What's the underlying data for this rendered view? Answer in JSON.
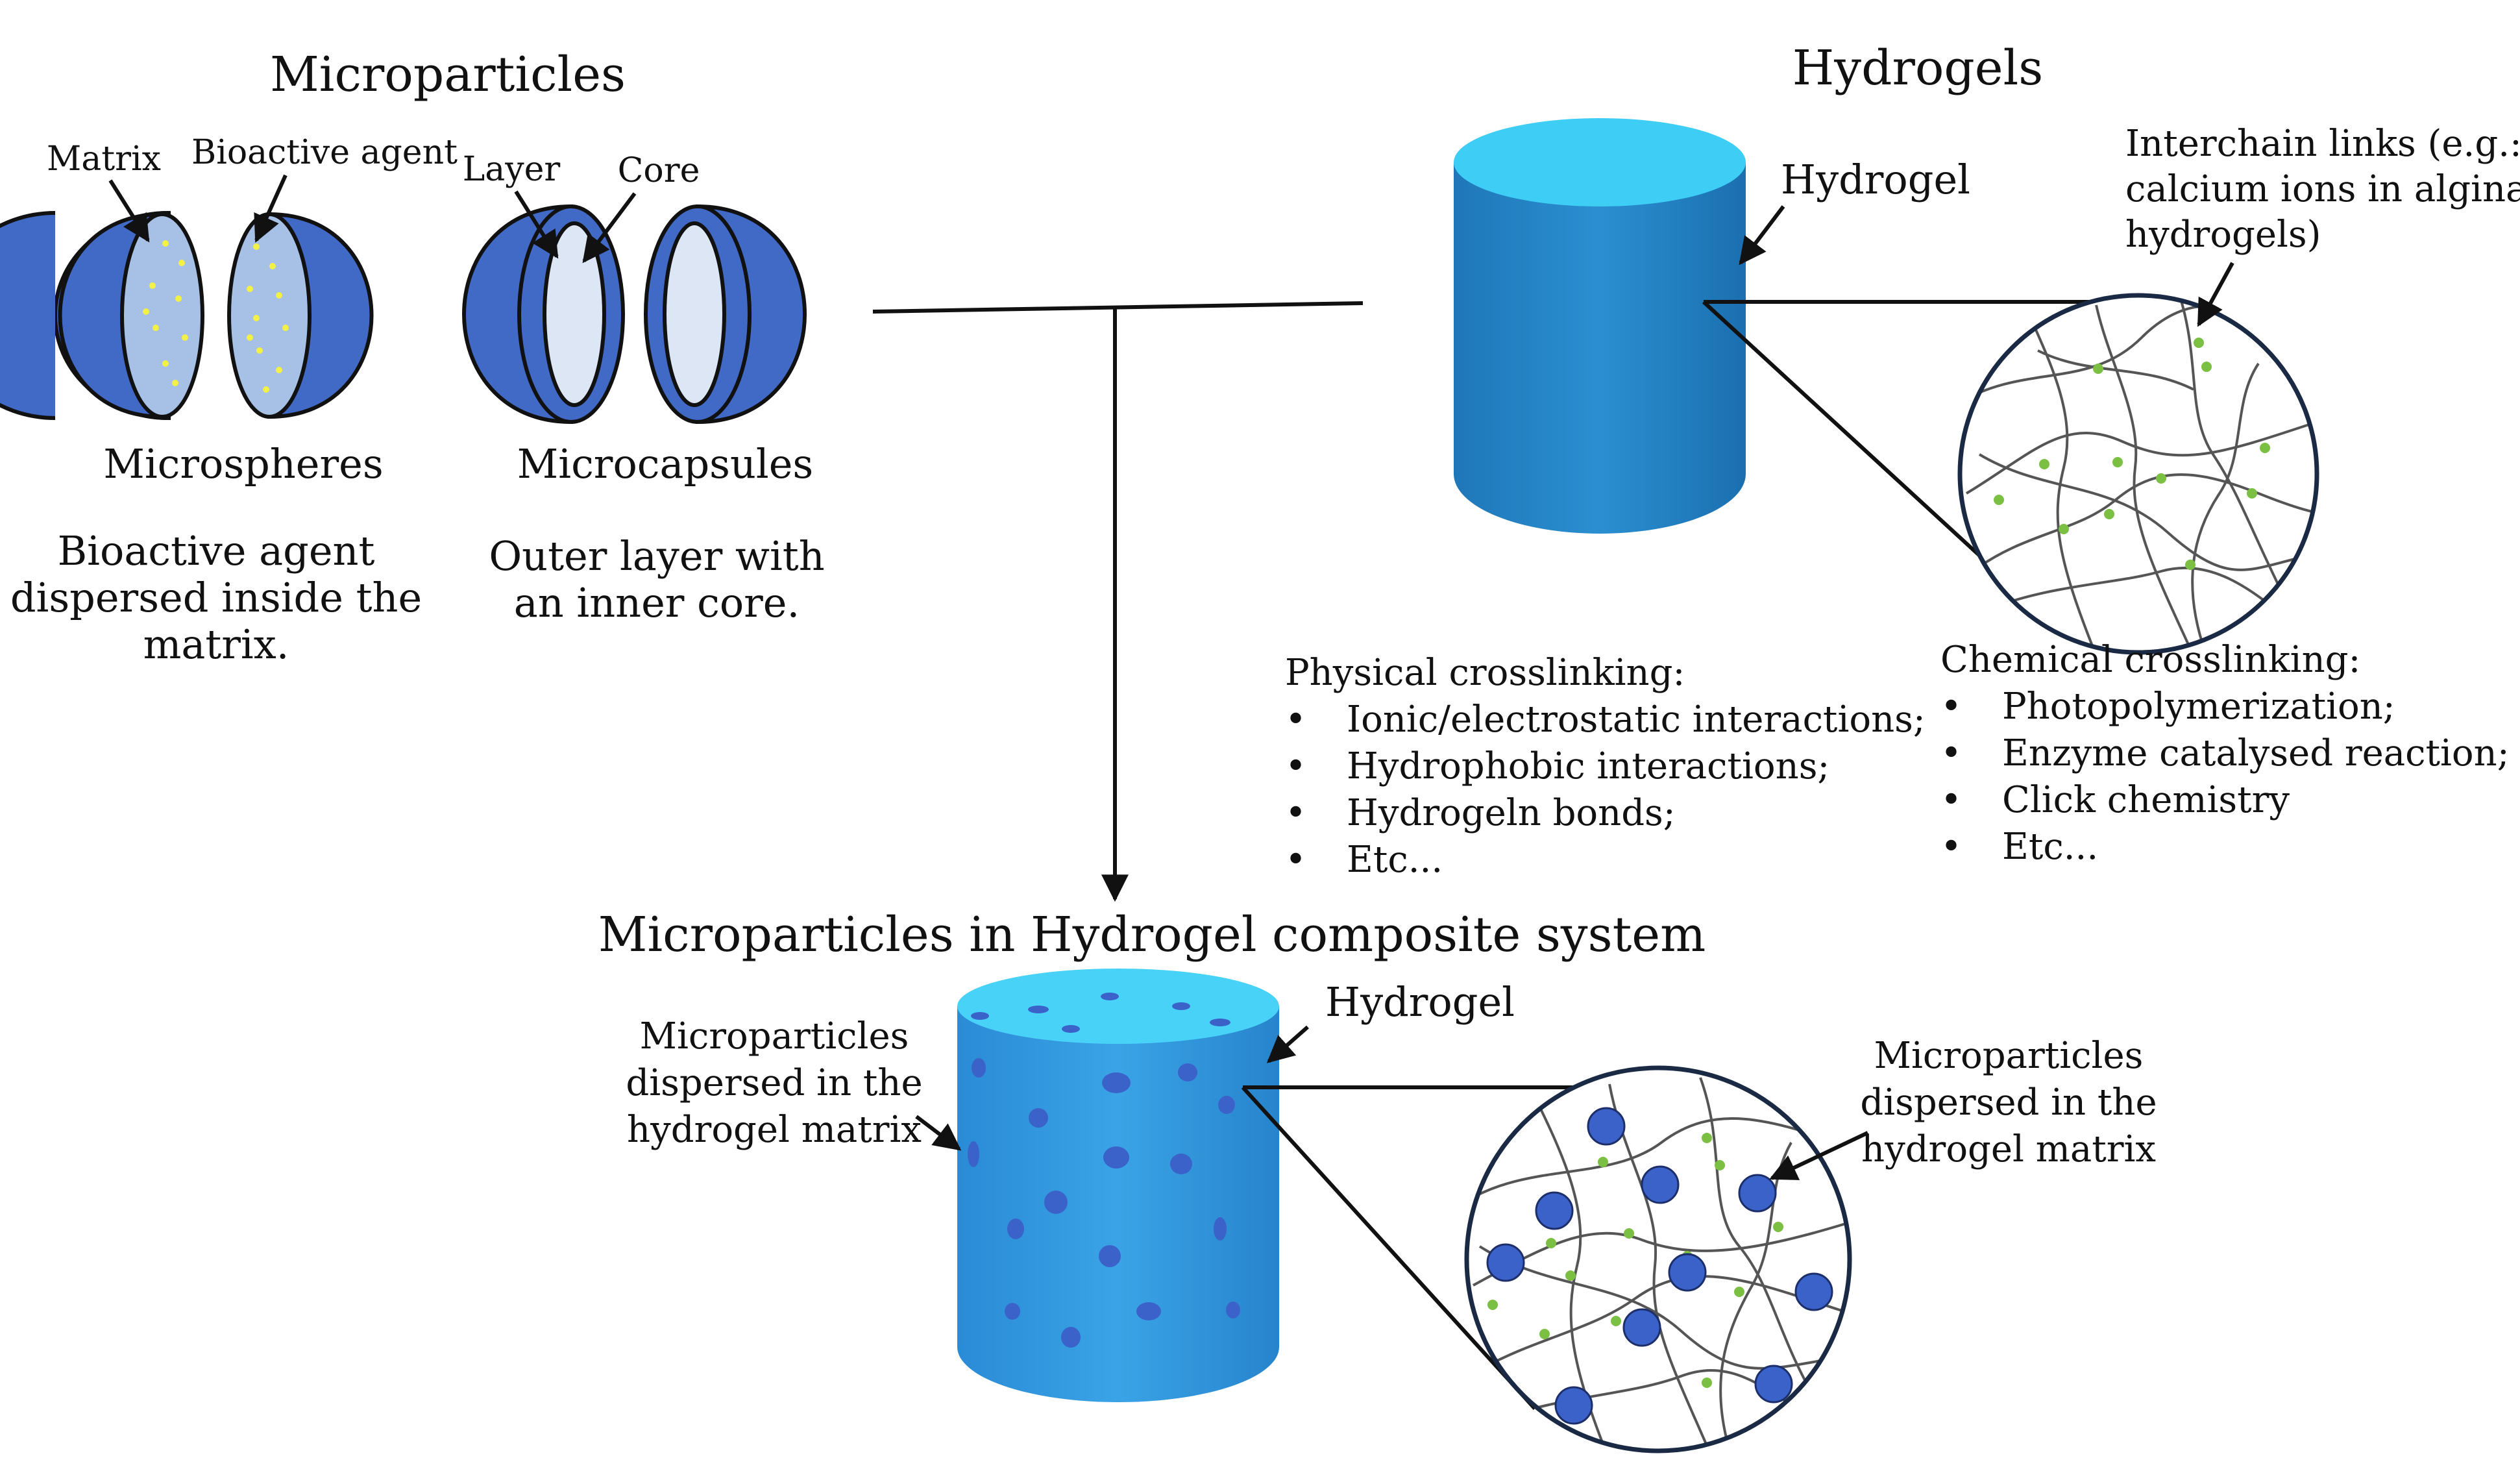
{
  "colors": {
    "sphere_dark": "#4169C6",
    "sphere_light": "#A7C1E6",
    "capsule_core": "#DCE6F5",
    "cylinder_top": "#3ECDF5",
    "cylinder_side": "#2A8BCB",
    "dot_yellow": "#F3F046",
    "node_green": "#7BC043",
    "particle": "#3B62C9"
  },
  "microparticles": {
    "title": "Microparticles",
    "matrix_label": "Matrix",
    "bioactive_label": "Bioactive agent",
    "layer_label": "Layer",
    "core_label": "Core",
    "microspheres": {
      "name": "Microspheres",
      "desc": [
        "Bioactive agent",
        "dispersed inside the",
        "matrix."
      ]
    },
    "microcapsules": {
      "name": "Microcapsules",
      "desc": [
        "Outer layer with",
        "an inner core."
      ]
    }
  },
  "hydrogels": {
    "title": "Hydrogels",
    "hydrogel_label": "Hydrogel",
    "interchain": [
      "Interchain links (e.g.:",
      "calcium ions in alginate",
      "hydrogels)"
    ],
    "physical": {
      "title": "Physical crosslinking:",
      "items": [
        "Ionic/electrostatic interactions;",
        "Hydrophobic interactions;",
        "Hydrogeln bonds;",
        "Etc..."
      ]
    },
    "chemical": {
      "title": "Chemical crosslinking:",
      "items": [
        "Photopolymerization;",
        "Enzyme catalysed reaction;",
        "Click chemistry",
        "Etc..."
      ]
    }
  },
  "composite": {
    "title": "Microparticles in Hydrogel composite system",
    "hydrogel_label": "Hydrogel",
    "left_label": [
      "Microparticles",
      "dispersed in the",
      "hydrogel matrix"
    ],
    "right_label": [
      "Microparticles",
      "dispersed in the",
      "hydrogel matrix"
    ]
  },
  "bullet": "•"
}
